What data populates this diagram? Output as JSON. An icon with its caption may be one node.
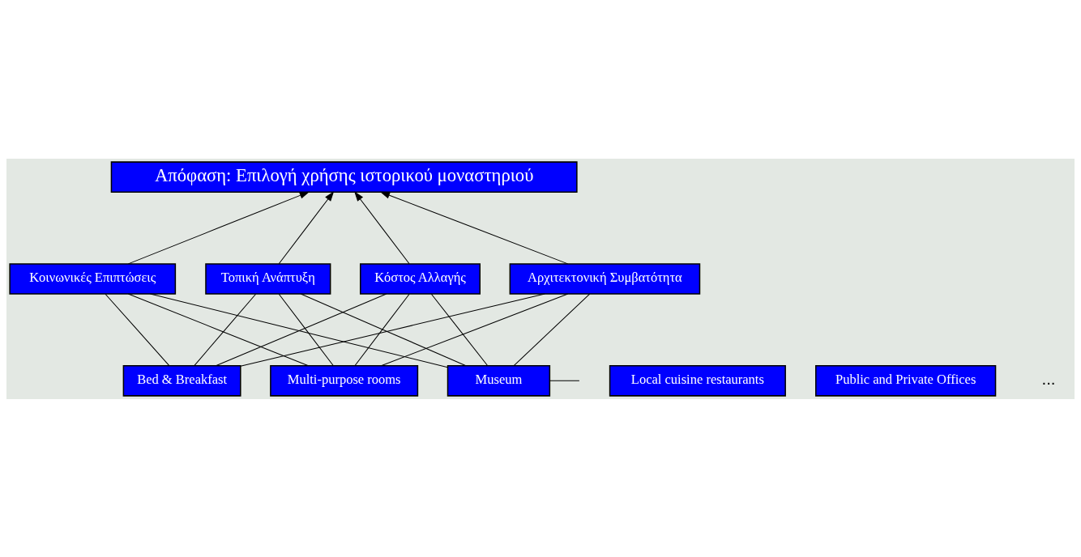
{
  "diagram": {
    "nodes": [
      {
        "text": [
          "Απόφαση: Επιλογή χρήσης ιστορικού μοναστηριού"
        ]
      },
      {
        "text": [
          "Κόστος Αλλαγής"
        ]
      },
      {
        "text": [
          "Αρχιτεκτονική Συμβατότητα"
        ]
      },
      {
        "text": [
          "Κοινωνικές Επιπτώσεις"
        ]
      },
      {
        "text": [
          "Τοπική Ανάπτυξη"
        ]
      },
      {
        "text": [
          "Bed & Breakfast"
        ]
      },
      {
        "text": [
          "Multi-purpose rooms"
        ]
      },
      {
        "text": [
          "Local cuisine restaurants"
        ]
      },
      {
        "text": [
          "Public and Private Offices"
        ]
      },
      {
        "text": [
          "Museum"
        ]
      }
    ],
    "edges": [
      {
        "from": 1,
        "to": 0,
        "arrow": "to"
      },
      {
        "from": 2,
        "to": 0,
        "arrow": "to"
      },
      {
        "from": 3,
        "to": 0,
        "arrow": "to"
      },
      {
        "from": 4,
        "to": 0,
        "arrow": "to"
      },
      {
        "from": 5,
        "to": 1,
        "arrow": "none"
      },
      {
        "from": 6,
        "to": 1,
        "arrow": "none"
      },
      {
        "from": 9,
        "to": 1,
        "arrow": "none"
      },
      {
        "from": 5,
        "to": 2,
        "arrow": "none"
      },
      {
        "from": 6,
        "to": 2,
        "arrow": "none"
      },
      {
        "from": 9,
        "to": 2,
        "arrow": "none"
      },
      {
        "from": 5,
        "to": 3,
        "arrow": "none"
      },
      {
        "from": 6,
        "to": 3,
        "arrow": "none"
      },
      {
        "from": 9,
        "to": 3,
        "arrow": "none"
      },
      {
        "from": 5,
        "to": 4,
        "arrow": "none"
      },
      {
        "from": 6,
        "to": 4,
        "arrow": "none"
      },
      {
        "from": 9,
        "to": 4,
        "arrow": "none"
      },
      {
        "from": 9,
        "to": null,
        "arrow": "none"
      }
    ],
    "labels": [
      "..."
    ]
  }
}
